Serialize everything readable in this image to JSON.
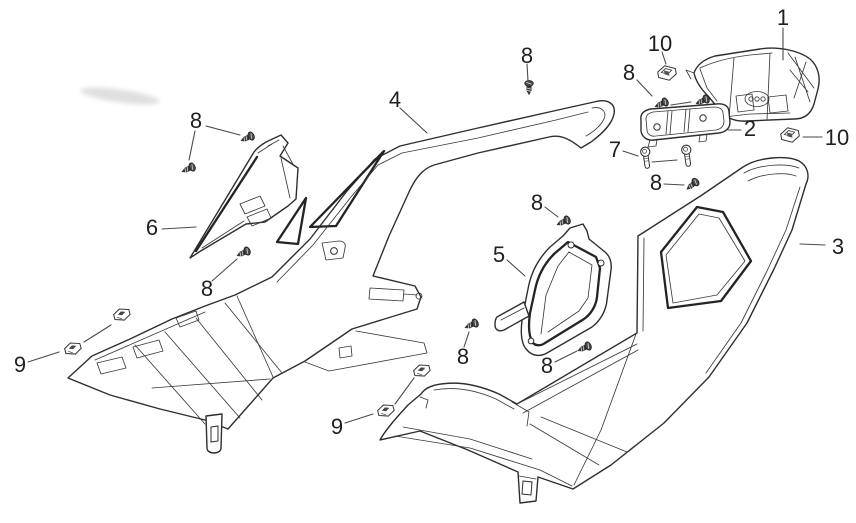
{
  "figure": {
    "type": "exploded-parts-diagram",
    "background_color": "#ffffff",
    "line_color": "#2e2e2e",
    "leader_color": "#4a4a4a",
    "label_color": "#1f1f1f",
    "watermark_color": "#b9b9b9"
  },
  "callouts": [
    {
      "id": "c1",
      "label": "1"
    },
    {
      "id": "c10-top",
      "label": "10"
    },
    {
      "id": "c8-top-right",
      "label": "8"
    },
    {
      "id": "c2",
      "label": "2"
    },
    {
      "id": "c10-right",
      "label": "10"
    },
    {
      "id": "c7",
      "label": "7"
    },
    {
      "id": "c8-bracket",
      "label": "8"
    },
    {
      "id": "c8-top-center",
      "label": "8"
    },
    {
      "id": "c4",
      "label": "4"
    },
    {
      "id": "c8-left",
      "label": "8"
    },
    {
      "id": "c6",
      "label": "6"
    },
    {
      "id": "c8-below-6",
      "label": "8"
    },
    {
      "id": "c8-above-5",
      "label": "8"
    },
    {
      "id": "c5",
      "label": "5"
    },
    {
      "id": "c8-below-5-left",
      "label": "8"
    },
    {
      "id": "c8-below-5-right",
      "label": "8"
    },
    {
      "id": "c3",
      "label": "3"
    },
    {
      "id": "c9-left",
      "label": "9"
    },
    {
      "id": "c9-bottom",
      "label": "9"
    }
  ],
  "fasteners": {
    "screw_icon_count": 10,
    "bolt_icon_count": 2,
    "push_clip_icon_count": 4,
    "square_clip_icon_count": 2
  }
}
